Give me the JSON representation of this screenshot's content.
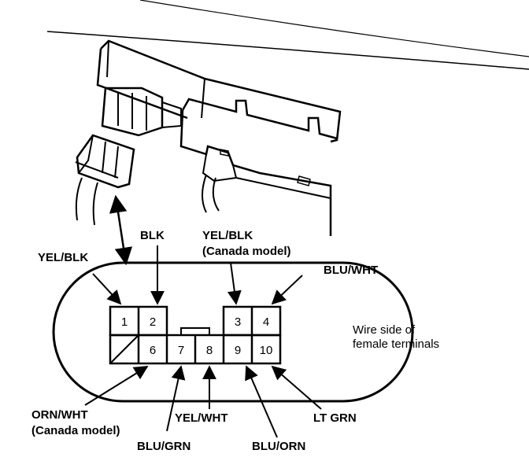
{
  "pins": {
    "p1": "1",
    "p2": "2",
    "p3": "3",
    "p4": "4",
    "p6": "6",
    "p7": "7",
    "p8": "8",
    "p9": "9",
    "p10": "10"
  },
  "labels": {
    "yel_blk": "YEL/BLK",
    "blk": "BLK",
    "yel_blk_canada_line1": "YEL/BLK",
    "yel_blk_canada_line2": "(Canada model)",
    "blu_wht": "BLU/WHT",
    "orn_wht_line1": "ORN/WHT",
    "orn_wht_line2": "(Canada model)",
    "yel_wht": "YEL/WHT",
    "lt_grn": "LT GRN",
    "blu_grn": "BLU/GRN",
    "blu_orn": "BLU/ORN"
  },
  "note": {
    "line1": "Wire side of",
    "line2": "female terminals"
  }
}
